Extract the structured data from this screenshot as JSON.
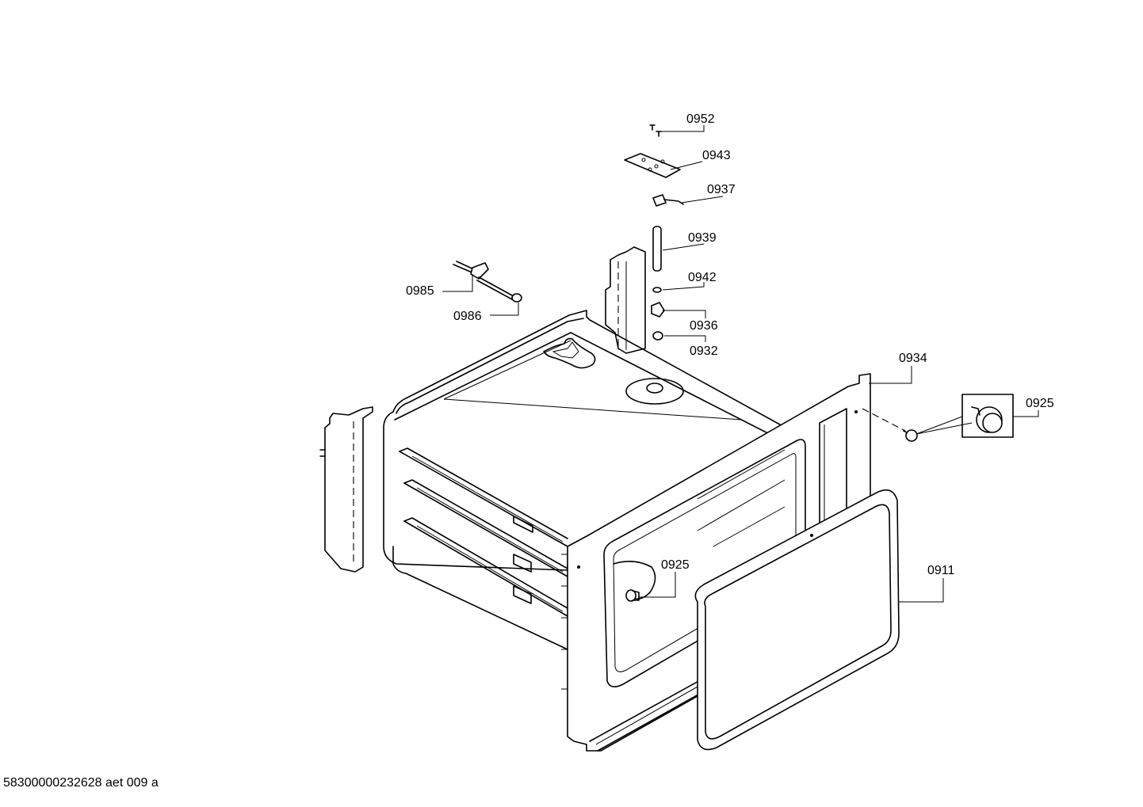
{
  "footer": {
    "code": "58300000232628 aet 009 a"
  },
  "labels": {
    "p0952": "0952",
    "p0943": "0943",
    "p0937": "0937",
    "p0939": "0939",
    "p0942": "0942",
    "p0936": "0936",
    "p0932": "0932",
    "p0985": "0985",
    "p0986": "0986",
    "p0934": "0934",
    "p0925a": "0925",
    "p0925b": "0925",
    "p0911": "0911"
  }
}
